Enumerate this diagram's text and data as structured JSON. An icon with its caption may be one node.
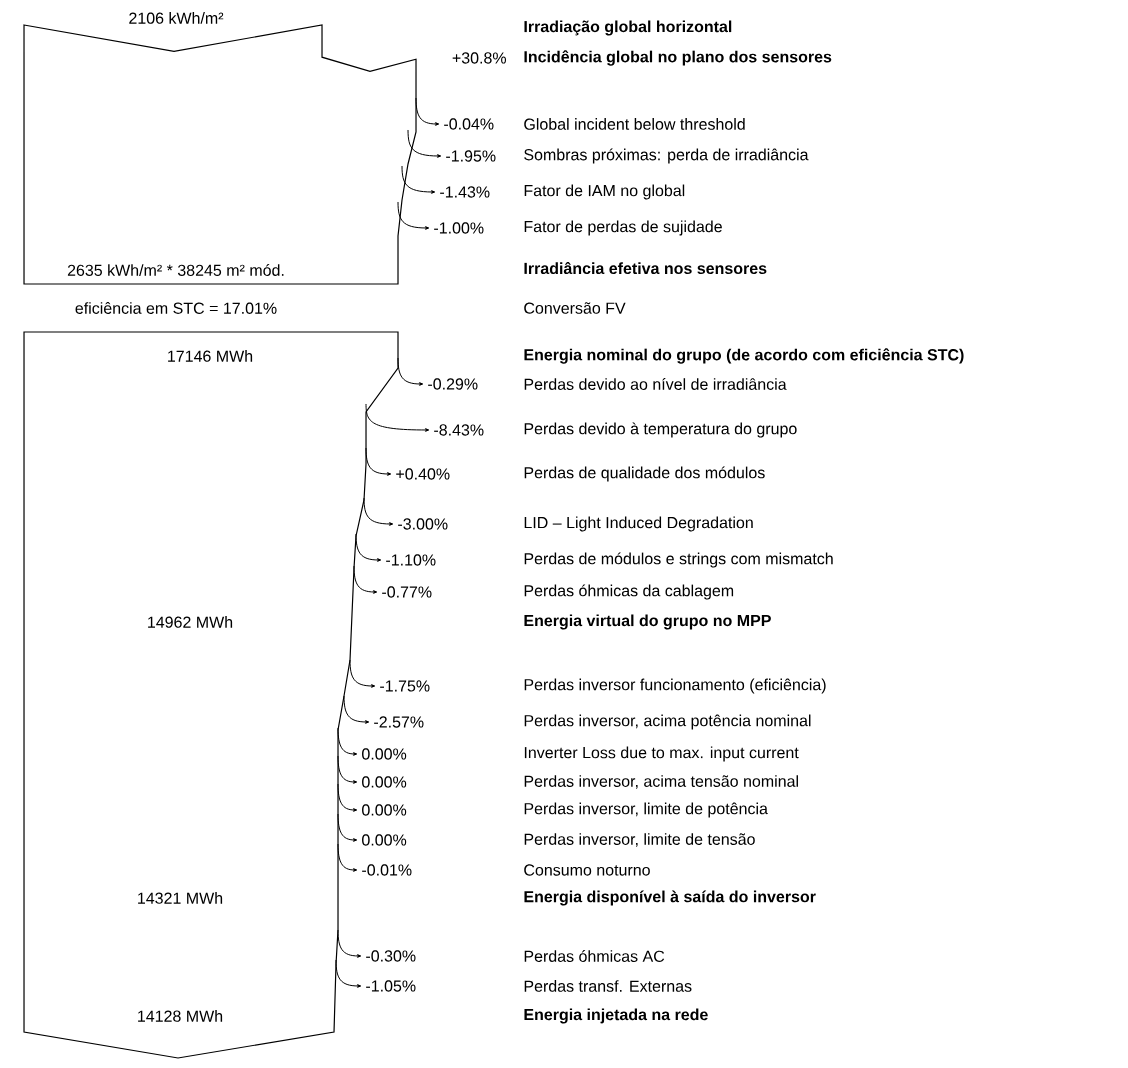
{
  "diagram": {
    "nodes": [
      {
        "text": [
          "2106 kWh/m²",
          "2635 kWh/m² * 38245 m² mód."
        ]
      },
      {
        "text": [
          "17146 MWh",
          "14962 MWh",
          "14321 MWh",
          "14128 MWh"
        ]
      }
    ],
    "labels": [
      "Irradiação global horizontal",
      "+30.8%",
      "Incidência global no plano dos sensores",
      "-0.04%",
      "Global incident below threshold",
      "-1.95%",
      "Sombras próximas: perda de irradiância",
      "-1.43%",
      "Fator de IAM no global",
      "-1.00%",
      "Fator de perdas de sujidade",
      "Irradiância efetiva nos sensores",
      "eficiência em STC = 17.01%",
      "Conversão FV",
      "Energia nominal do grupo (de acordo com eficiência STC)",
      "-0.29%",
      "Perdas devido ao nível de irradiância",
      "-8.43%",
      "Perdas devido à temperatura do grupo",
      "+0.40%",
      "Perdas de qualidade dos módulos",
      "-3.00%",
      "LID – Light Induced Degradation",
      "-1.10%",
      "Perdas de módulos e strings com mismatch",
      "-0.77%",
      "Perdas óhmicas da cablagem",
      "Energia virtual do grupo no MPP",
      "-1.75%",
      "Perdas inversor funcionamento (eficiência)",
      "-2.57%",
      "Perdas inversor, acima potência nominal",
      "0.00%",
      "Inverter Loss due to max. input current",
      "0.00%",
      "Perdas inversor, acima tensão nominal",
      "0.00%",
      "Perdas inversor, limite de potência",
      "0.00%",
      "Perdas inversor, limite de tensão",
      "-0.01%",
      "Consumo noturno",
      "Energia disponível à saída do inversor",
      "-0.30%",
      "Perdas óhmicas AC",
      "-1.05%",
      "Perdas transf. Externas",
      "Energia injetada na rede"
    ]
  }
}
